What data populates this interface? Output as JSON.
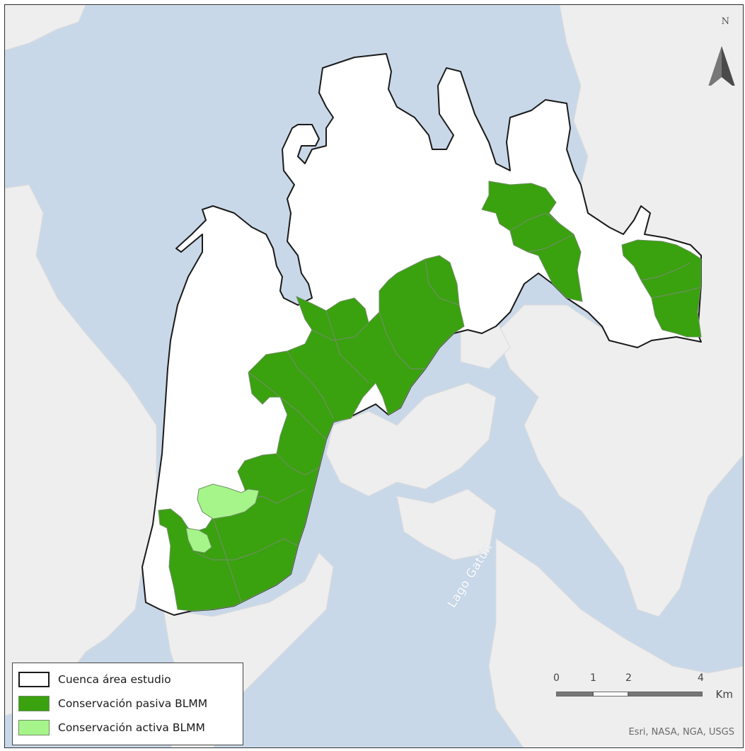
{
  "map": {
    "north_label": "N",
    "lake_label": "Lago Gatún",
    "attribution": "Esri, NASA, NGA, USGS",
    "colors": {
      "water": "#c9d8e8",
      "land": "#efefef",
      "study_basin_fill": "#ffffff",
      "study_basin_stroke": "#1a1a1a",
      "passive_fill": "#3aa10f",
      "active_fill": "#a6f58a",
      "sub_basin_lines": "#6f8f64"
    }
  },
  "legend": {
    "items": [
      {
        "label": "Cuenca área estudio",
        "swatch": "basin"
      },
      {
        "label": "Conservación pasiva BLMM",
        "swatch": "passive"
      },
      {
        "label": "Conservación activa BLMM",
        "swatch": "active"
      }
    ]
  },
  "scale_bar": {
    "ticks": [
      "0",
      "1",
      "2",
      "4"
    ],
    "unit": "Km"
  }
}
